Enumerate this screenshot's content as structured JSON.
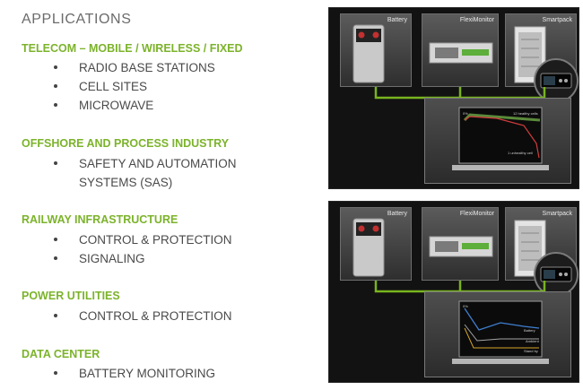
{
  "page": {
    "heading": "APPLICATIONS",
    "sections": [
      {
        "title": "TELECOM – MOBILE /  WIRELESS / FIXED",
        "items": [
          "RADIO BASE STATIONS",
          "CELL SITES",
          "MICROWAVE"
        ]
      },
      {
        "title": "OFFSHORE AND PROCESS INDUSTRY",
        "items": [
          "SAFETY AND AUTOMATION",
          "SYSTEMS (SAS)"
        ]
      },
      {
        "title": "RAILWAY INFRASTRUCTURE",
        "items": [
          "CONTROL & PROTECTION",
          "SIGNALING"
        ]
      },
      {
        "title": "POWER UTILITIES",
        "items": [
          "CONTROL & PROTECTION"
        ]
      },
      {
        "title": "DATA CENTER",
        "items": [
          "BATTERY MONITORING"
        ]
      }
    ]
  },
  "diagrams": [
    {
      "card_labels": {
        "battery": "Battery",
        "monitor": "FlexiMonitor",
        "smartpack": "Smartpack"
      },
      "screen": {
        "percent_label": "0%",
        "text_top": "12 healthy cells",
        "text_bottom": "1 unhealthy cell"
      }
    },
    {
      "card_labels": {
        "battery": "Battery",
        "monitor": "FlexiMonitor",
        "smartpack": "Smartpack"
      },
      "screen": {
        "percent_label": "0%",
        "text_battery": "Battery",
        "text_ambient": "Ambient",
        "text_standby": "Stand by"
      }
    }
  ],
  "colors": {
    "accent_green": "#7cb32b",
    "connector_green": "#78b41e",
    "text_gray": "#4a4a4a"
  }
}
